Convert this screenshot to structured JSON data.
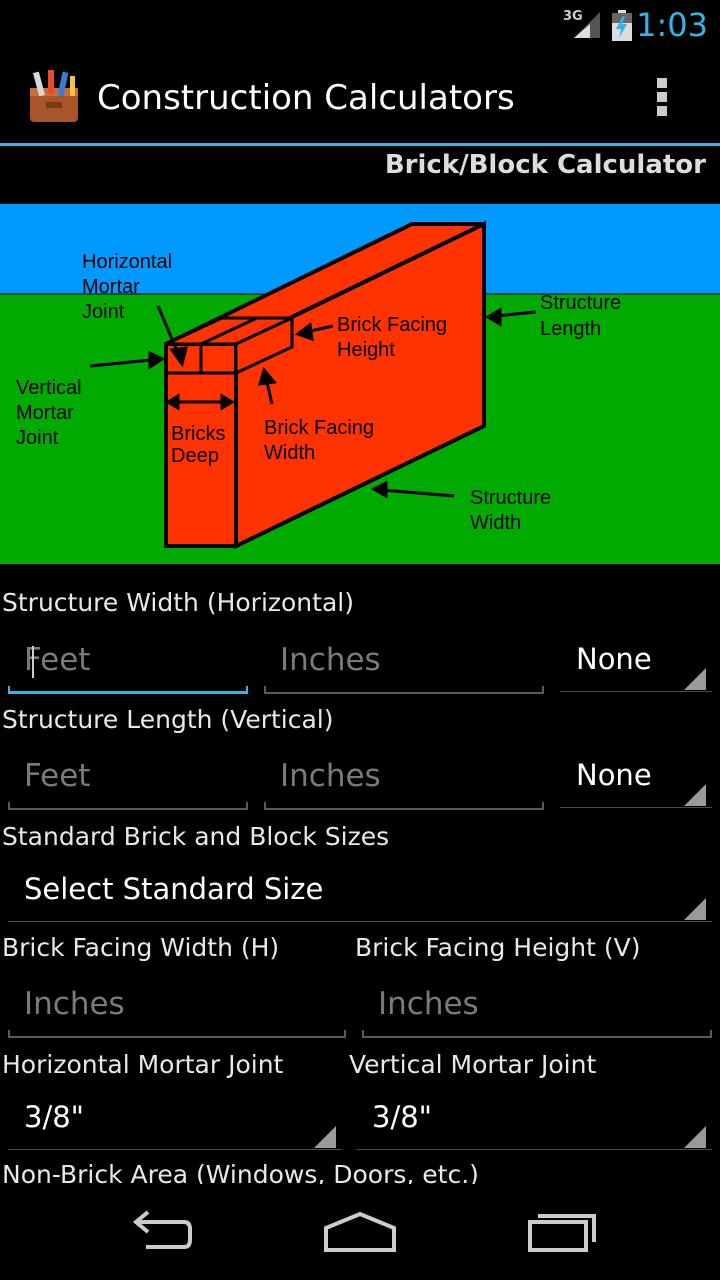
{
  "status_bar": {
    "network": "3G",
    "time": "1:03"
  },
  "action_bar": {
    "title": "Construction Calculators",
    "app_icon": "toolbox-icon",
    "overflow_icon": "overflow-menu-icon"
  },
  "subtitle": "Brick/Block Calculator",
  "diagram": {
    "labels": {
      "horizontal_mortar_joint": [
        "Horizontal",
        "Mortar",
        "Joint"
      ],
      "vertical_mortar_joint": [
        "Vertical",
        "Mortar",
        "Joint"
      ],
      "bricks_deep": [
        "Bricks",
        "Deep"
      ],
      "brick_facing_height": [
        "Brick Facing",
        "Height"
      ],
      "brick_facing_width": [
        "Brick Facing",
        "Width"
      ],
      "structure_length": [
        "Structure",
        "Length"
      ],
      "structure_width": [
        "Structure",
        "Width"
      ]
    }
  },
  "form": {
    "structure_width": {
      "label": "Structure Width (Horizontal)",
      "feet_placeholder": "Feet",
      "inches_placeholder": "Inches",
      "fraction": "None"
    },
    "structure_length": {
      "label": "Structure Length (Vertical)",
      "feet_placeholder": "Feet",
      "inches_placeholder": "Inches",
      "fraction": "None"
    },
    "standard_sizes": {
      "label": "Standard Brick and Block Sizes",
      "selected": "Select Standard Size"
    },
    "brick_facing_width": {
      "label": "Brick Facing Width (H)",
      "placeholder": "Inches"
    },
    "brick_facing_height": {
      "label": "Brick Facing Height (V)",
      "placeholder": "Inches"
    },
    "horizontal_mortar_joint": {
      "label": "Horizontal Mortar Joint",
      "selected": "3/8\""
    },
    "vertical_mortar_joint": {
      "label": "Vertical Mortar Joint",
      "selected": "3/8\""
    },
    "non_brick_area": {
      "label": "Non-Brick Area (Windows, Doors, etc.)"
    }
  },
  "colors": {
    "accent": "#33b5e5",
    "sky": "#0099ff",
    "grass": "#00aa00",
    "brick": "#ff3300"
  }
}
